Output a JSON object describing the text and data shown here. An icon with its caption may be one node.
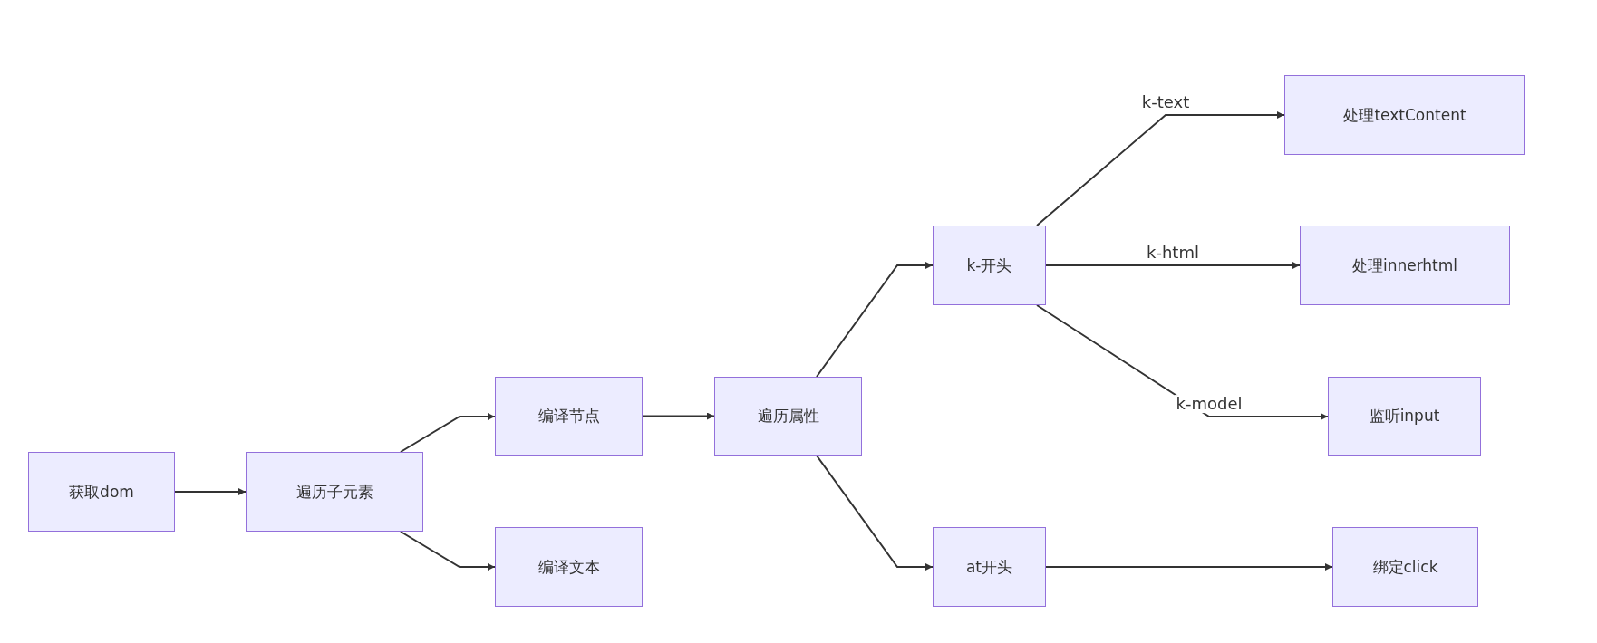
{
  "diagram": {
    "nodes": [
      {
        "text": [
          "获取dom"
        ]
      },
      {
        "text": [
          "遍历子元素"
        ]
      },
      {
        "text": [
          "编译节点"
        ]
      },
      {
        "text": [
          "编译文本"
        ]
      },
      {
        "text": [
          "遍历属性"
        ]
      },
      {
        "text": [
          "k-开头"
        ]
      },
      {
        "text": [
          "at开头"
        ]
      },
      {
        "text": [
          "处理textContent"
        ]
      },
      {
        "text": [
          "处理innerhtml"
        ]
      },
      {
        "text": [
          "监听input"
        ]
      },
      {
        "text": [
          "绑定click"
        ]
      }
    ],
    "edges": [
      {
        "from": 0,
        "to": 1,
        "arrow": "to"
      },
      {
        "from": 1,
        "to": 2,
        "arrow": "to"
      },
      {
        "from": 1,
        "to": 3,
        "arrow": "to"
      },
      {
        "from": 2,
        "to": 4,
        "arrow": "to"
      },
      {
        "from": 4,
        "to": 5,
        "arrow": "to"
      },
      {
        "from": 4,
        "to": 6,
        "arrow": "to"
      },
      {
        "from": 5,
        "to": 7,
        "arrow": "to",
        "label": "k-text"
      },
      {
        "from": 5,
        "to": 8,
        "arrow": "to",
        "label": "k-html"
      },
      {
        "from": 5,
        "to": 9,
        "arrow": "to",
        "label": "k-model"
      },
      {
        "from": 6,
        "to": 10,
        "arrow": "to"
      }
    ]
  }
}
